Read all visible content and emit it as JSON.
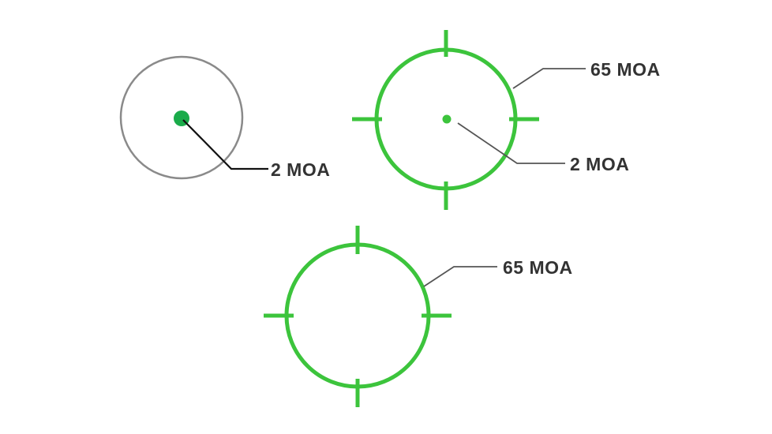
{
  "colors": {
    "reticle": "#3cc43c",
    "dot_dark": "#1aab4a",
    "window_ring": "#8a8a8a",
    "leader_dark": "#111111",
    "leader_gray": "#555555",
    "label_text": "#333333",
    "background": "#ffffff"
  },
  "reticles": [
    {
      "name": "dot-only",
      "callouts": [
        {
          "label": "2 MOA"
        }
      ]
    },
    {
      "name": "circle-dot",
      "callouts": [
        {
          "label": "65 MOA"
        },
        {
          "label": "2 MOA"
        }
      ]
    },
    {
      "name": "circle-only",
      "callouts": [
        {
          "label": "65 MOA"
        }
      ]
    }
  ]
}
